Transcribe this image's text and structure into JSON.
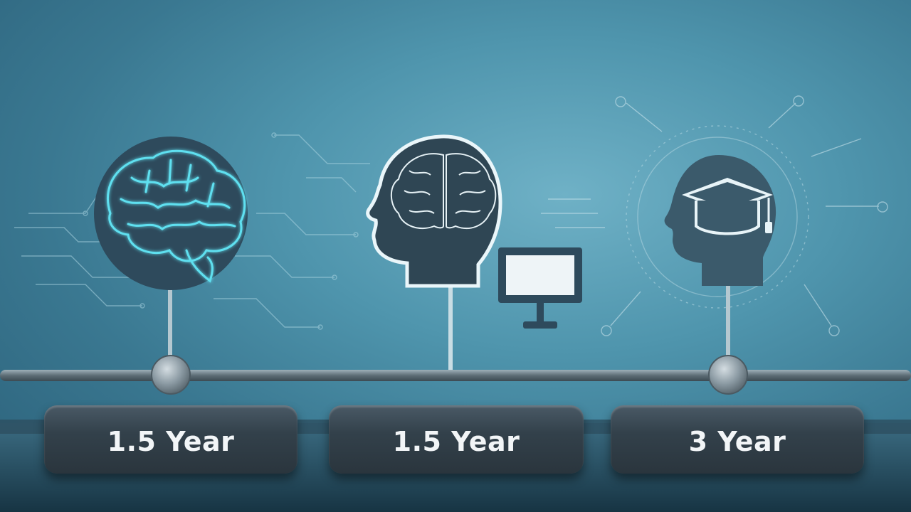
{
  "milestones": [
    {
      "label": "1.5 Year",
      "icon": "brain-icon"
    },
    {
      "label": "1.5 Year",
      "icon": "head-with-brain-icon"
    },
    {
      "label": "3 Year",
      "icon": "head-with-graduation-cap-icon"
    }
  ],
  "extra_icons": [
    "computer-monitor-icon"
  ],
  "colors": {
    "background": "#4f95ad",
    "circle": "#2e4a5c",
    "glow": "#5fe0f0",
    "label_box": "#33414b",
    "label_text": "#f2f5f7"
  }
}
